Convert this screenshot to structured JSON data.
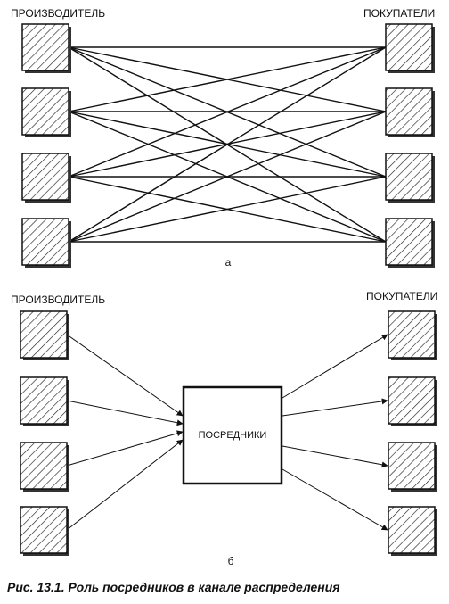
{
  "panel_a": {
    "producer_label": "ПРОИЗВОДИТЕЛЬ",
    "buyer_label": "ПОКУПАТЕЛИ",
    "panel_letter": "а",
    "producer_count": 4,
    "buyer_count": 4
  },
  "panel_b": {
    "producer_label": "ПРОИЗВОДИТЕЛЬ",
    "buyer_label": "ПОКУПАТЕЛИ",
    "intermediary_label": "ПОСРЕДНИКИ",
    "panel_letter": "б",
    "producer_count": 4,
    "buyer_count": 4
  },
  "caption": "Рис. 13.1. Роль посредников в канале распределения"
}
